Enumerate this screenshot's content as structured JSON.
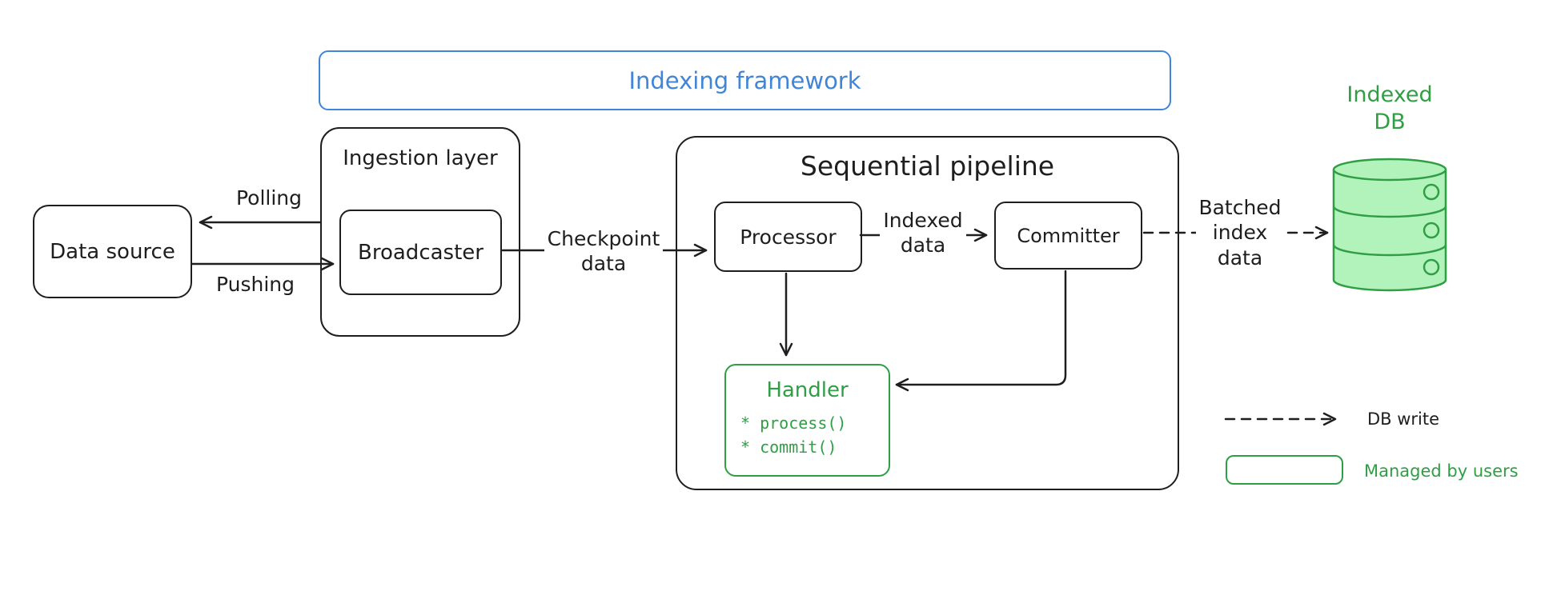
{
  "diagram": {
    "framework_label": "Indexing framework",
    "nodes": {
      "data_source": "Data source",
      "ingestion_layer": "Ingestion layer",
      "broadcaster": "Broadcaster",
      "sequential_pipeline": "Sequential pipeline",
      "processor": "Processor",
      "committer": "Committer",
      "handler": {
        "title": "Handler",
        "items": [
          "* process()",
          "* commit()"
        ]
      },
      "indexed_db_label": "Indexed\nDB"
    },
    "edges": {
      "polling": "Polling",
      "pushing": "Pushing",
      "checkpoint_data": "Checkpoint\ndata",
      "indexed_data": "Indexed\ndata",
      "batched_index_data": "Batched\nindex\ndata"
    },
    "legend": {
      "db_write": "DB write",
      "managed_by_users": "Managed by users"
    },
    "colors": {
      "stroke": "#1e1e1e",
      "blue": "#4285d6",
      "green": "#2f9e44",
      "green_fill": "#b2f2bb"
    }
  }
}
